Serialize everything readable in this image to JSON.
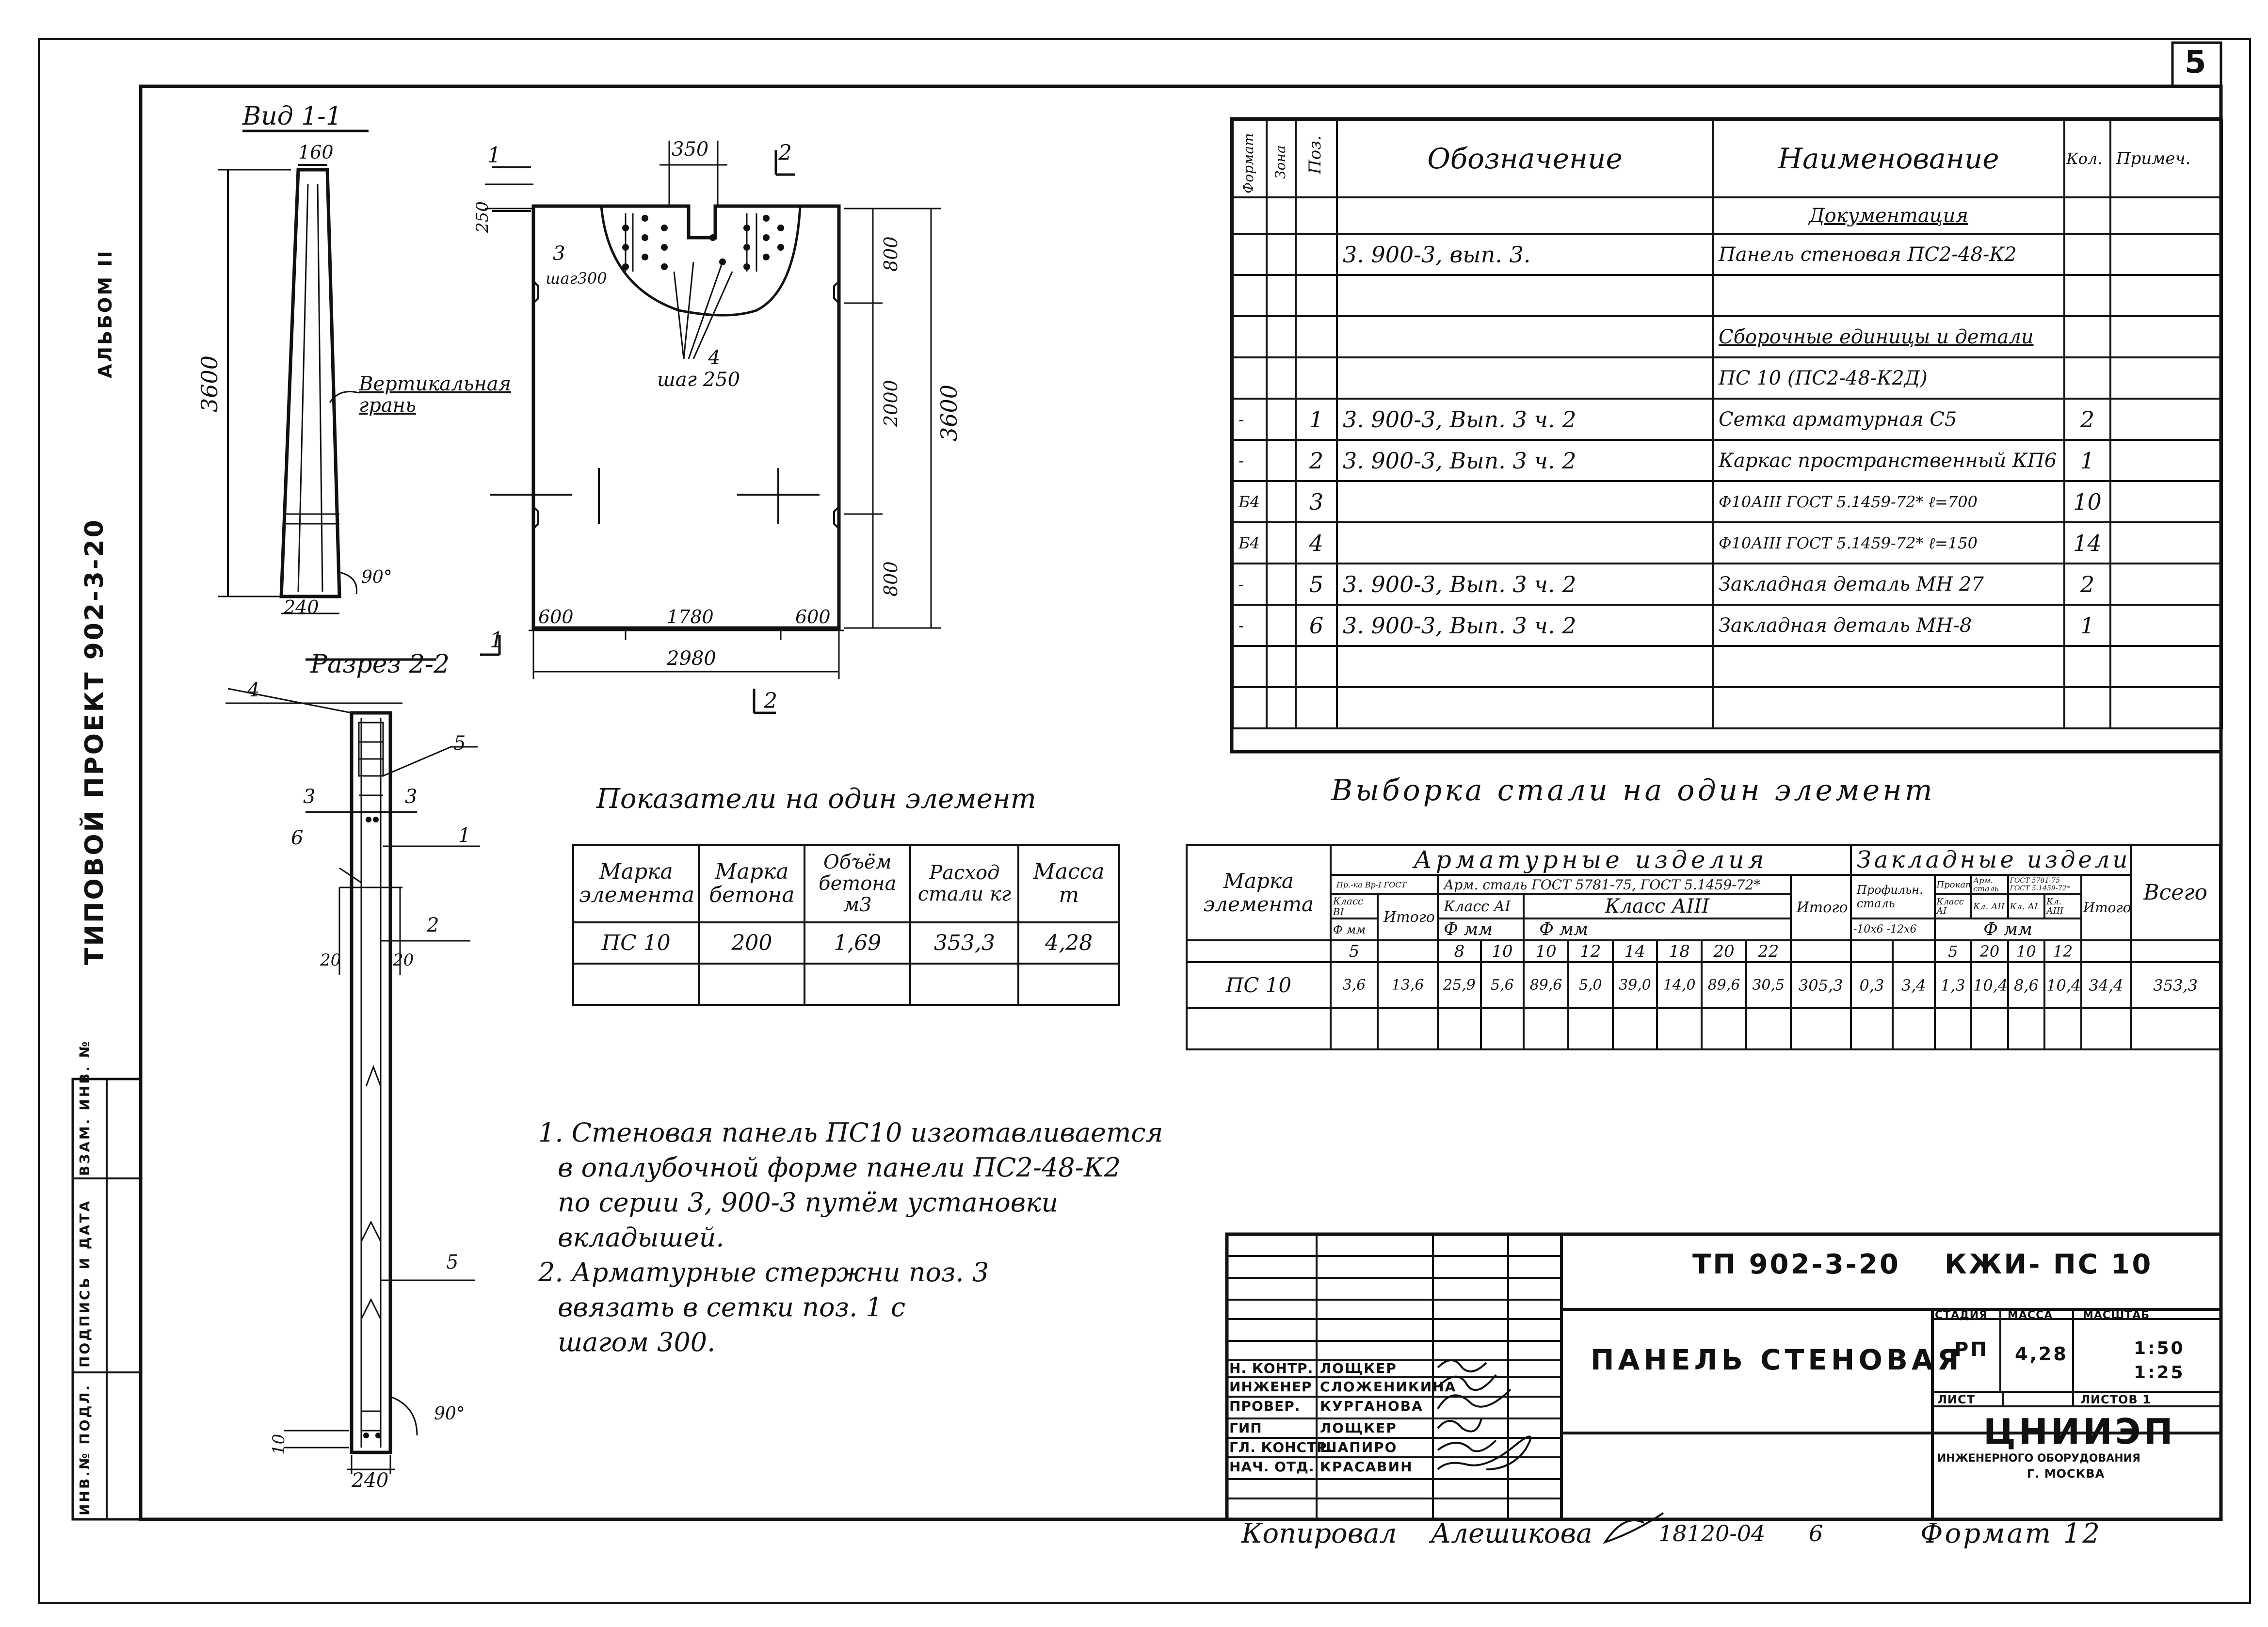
{
  "sheet_number": "5",
  "album_label": "АЛЬБОМ II",
  "project_label": "ТИПОВОЙ ПРОЕКТ 902-3-20",
  "view_1": {
    "title": "Вид 1-1",
    "dims": {
      "top": "160",
      "height": "3600",
      "bottom": "240",
      "angle": "90°"
    },
    "label": "Вертикальная грань"
  },
  "elevation": {
    "dims": {
      "top_width": "350",
      "recess": "250",
      "shag300": "шаг300",
      "upper": "800",
      "middle": "2000",
      "lower": "800",
      "total_height": "3600",
      "left": "600",
      "center": "1780",
      "right": "600",
      "total_width": "2980",
      "shag250": "шаг 250"
    },
    "marks": {
      "one_top": "1",
      "one_bottom": "1",
      "two_top": "2",
      "two_bottom": "2",
      "three": "3",
      "four": "4"
    }
  },
  "section": {
    "title": "Разрез 2-2",
    "dims": {
      "left": "20",
      "right": "20",
      "bottom": "240",
      "ten": "10",
      "angle": "90°"
    },
    "marks": {
      "p4": "4",
      "p5a": "5",
      "p3a": "3",
      "p3b": "3",
      "p1": "1",
      "p6": "6",
      "p2": "2",
      "p5b": "5"
    }
  },
  "spec_table": {
    "headers": {
      "forma": "Формат",
      "zona": "Зона",
      "poz": "Поз.",
      "oboz": "Обозначение",
      "naim": "Наименование",
      "kol": "Кол.",
      "prim": "Примеч."
    },
    "rows": [
      {
        "forma": "",
        "zona": "",
        "poz": "",
        "oboz": "",
        "naim": "Документация",
        "kol": ""
      },
      {
        "forma": "",
        "zona": "",
        "poz": "",
        "oboz": "3. 900-3, вып. 3.",
        "naim": "Панель стеновая ПС2-48-К2",
        "kol": ""
      },
      {
        "forma": "",
        "zona": "",
        "poz": "",
        "oboz": "",
        "naim": "",
        "kol": ""
      },
      {
        "forma": "",
        "zona": "",
        "poz": "",
        "oboz": "",
        "naim": "Сборочные единицы и детали",
        "kol": ""
      },
      {
        "forma": "",
        "zona": "",
        "poz": "",
        "oboz": "",
        "naim": "ПС 10 (ПС2-48-К2Д)",
        "kol": ""
      },
      {
        "forma": "-",
        "zona": "",
        "poz": "1",
        "oboz": "3. 900-3,   Вып. 3   ч. 2",
        "naim": "Сетка арматурная С5",
        "kol": "2"
      },
      {
        "forma": "-",
        "zona": "",
        "poz": "2",
        "oboz": "3. 900-3,   Вып. 3   ч. 2",
        "naim": "Каркас пространственный КП6",
        "kol": "1"
      },
      {
        "forma": "Б4",
        "zona": "",
        "poz": "3",
        "oboz": "",
        "naim": "Ф10АIII ГОСТ 5.1459-72* ℓ=700",
        "kol": "10"
      },
      {
        "forma": "Б4",
        "zona": "",
        "poz": "4",
        "oboz": "",
        "naim": "Ф10АIII ГОСТ 5.1459-72* ℓ=150",
        "kol": "14"
      },
      {
        "forma": "-",
        "zona": "",
        "poz": "5",
        "oboz": "3. 900-3,   Вып. 3   ч. 2",
        "naim": "Закладная деталь МН 27",
        "kol": "2"
      },
      {
        "forma": "-",
        "zona": "",
        "poz": "6",
        "oboz": "3. 900-3,   Вып. 3   ч. 2",
        "naim": "Закладная деталь МН-8",
        "kol": "1"
      },
      {
        "forma": "",
        "zona": "",
        "poz": "",
        "oboz": "",
        "naim": "",
        "kol": ""
      },
      {
        "forma": "",
        "zona": "",
        "poz": "",
        "oboz": "",
        "naim": "",
        "kol": ""
      }
    ]
  },
  "indicators": {
    "title": "Показатели на один элемент",
    "headers": [
      "Марка элемента",
      "Марка бетона",
      "Объём бетона м3",
      "Расход стали кг",
      "Масса т"
    ],
    "row": [
      "ПС 10",
      "200",
      "1,69",
      "353,3",
      "4,28"
    ]
  },
  "steel": {
    "title": "Выборка стали на один элемент",
    "h_marka": "Марка элемента",
    "h_armatur": "Арматурные изделия",
    "h_zaklad": "Закладные изделия",
    "h_vsego": "Всего",
    "h_vr": "Пр.-ка Bp-I ГОСТ",
    "h_armstal": "Арм. сталь ГОСТ 5781-75, ГОСТ 5.1459-72*",
    "h_klass_b": "Класс ВI",
    "h_klass_a1": "Класс АI",
    "h_klass_a3": "Класс АIII",
    "h_itogo": "Итого",
    "h_fmm": "Ф мм",
    "h_f_mm": "Ф мм",
    "h_prof": "Профильн. сталь",
    "h_prokat": "Прокат",
    "h_armstal2": "Арм. сталь",
    "h_gost2": "ГОСТ 5781-75 ГОСТ 5.1459-72*",
    "h_kla1": "Класс АI",
    "h_kla2": "Кл. АII",
    "h_kla3": "Кл. АI",
    "h_kla4": "Кл. АIII",
    "h_prof_sizes": "-10x6 -12x6",
    "diam_b": "5",
    "diam_a1": [
      "8",
      "10"
    ],
    "diam_a3": [
      "10",
      "12",
      "14",
      "18",
      "20",
      "22"
    ],
    "diam_z": [
      "5",
      "20",
      "10",
      "12"
    ],
    "row": [
      "ПС 10",
      "3,6",
      "13,6",
      "25,9",
      "5,6",
      "89,6",
      "5,0",
      "39,0",
      "14,0",
      "89,6",
      "30,5",
      "305,3",
      "0,3",
      "3,4",
      "1,3",
      "10,4",
      "8,6",
      "10,4",
      "34,4",
      "353,3"
    ]
  },
  "notes": [
    "1. Стеновая панель ПС10 изготавливается",
    "в опалубочной форме панели ПС2-48-К2",
    "по серии 3, 900-3 путём установки",
    "вкладышей.",
    "2. Арматурные   стержни   поз. 3",
    "ввязать   в   сетки   поз. 1  с",
    "шагом 300."
  ],
  "title_block": {
    "code": "ТП 902-3-20",
    "mark": "КЖИ- ПС 10",
    "name": "ПАНЕЛЬ СТЕНОВАЯ",
    "h_stage": "СТАДИЯ",
    "h_mass": "МАССА",
    "h_scale": "МАСШТАБ",
    "stage": "РП",
    "mass": "4,28",
    "scale1": "1:50",
    "scale2": "1:25",
    "sheet": "ЛИСТ",
    "sheets": "ЛИСТОВ 1",
    "org": "ЦНИИЭП",
    "org_sub": "ИНЖЕНЕРНОГО ОБОРУДОВАНИЯ",
    "city": "Г. МОСКВА",
    "people": [
      {
        "role": "Н. КОНТР.",
        "name": "ЛОЩКЕР"
      },
      {
        "role": "ИНЖЕНЕР",
        "name": "СЛОЖЕНИКИНА"
      },
      {
        "role": "ПРОВЕР.",
        "name": "КУРГАНОВА"
      },
      {
        "role": "ГИП",
        "name": "ЛОЩКЕР"
      },
      {
        "role": "ГЛ. КОНСТР.",
        "name": "ШАПИРО"
      },
      {
        "role": "НАЧ. ОТД.",
        "name": "КРАСАВИН"
      }
    ]
  },
  "side_stamp": [
    "ИНВ.№ ПОДЛ.",
    "ПОДПИСЬ И ДАТА",
    "ВЗАМ. ИНВ. №"
  ],
  "copy_line": {
    "copied": "Копировал",
    "name": "Алешикова",
    "num": "18120-04",
    "sheet": "6",
    "format": "Формат 12"
  }
}
